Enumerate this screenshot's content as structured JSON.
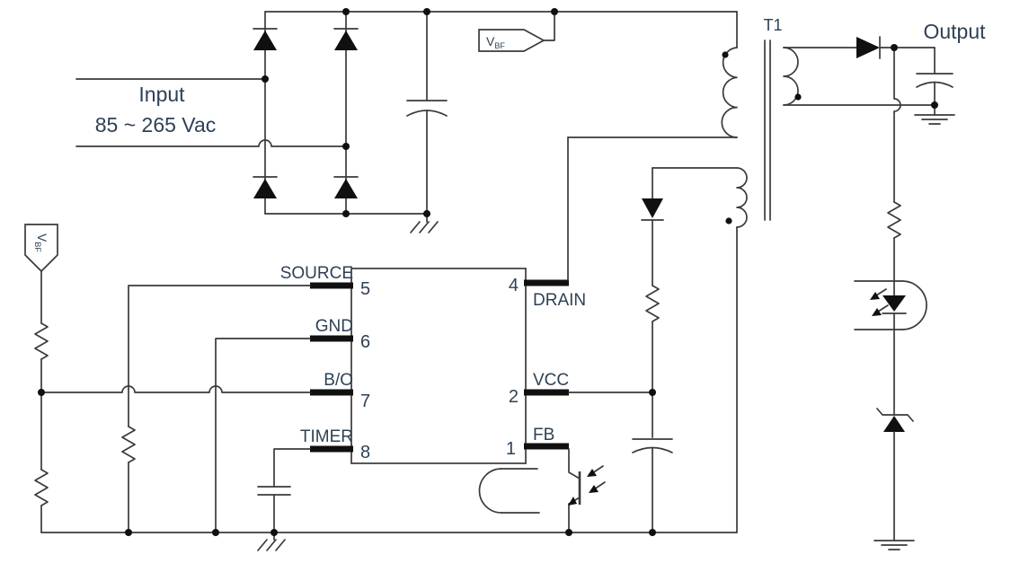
{
  "colors": {
    "label_text": "#2e4156",
    "wire": "#3a3a3a",
    "component_fill": "#101010"
  },
  "input": {
    "title": "Input",
    "voltage_range": "85 ~ 265 Vac"
  },
  "transformer": {
    "designator": "T1"
  },
  "output": {
    "label": "Output"
  },
  "net_flag": {
    "base": "V",
    "subscript": "BF"
  },
  "ic": {
    "pins_left": [
      {
        "number": "5",
        "name": "SOURCE"
      },
      {
        "number": "6",
        "name": "GND"
      },
      {
        "number": "7",
        "name": "B/O"
      },
      {
        "number": "8",
        "name": "TIMER"
      }
    ],
    "pins_right": [
      {
        "number": "4",
        "name": "DRAIN"
      },
      {
        "number": "2",
        "name": "VCC"
      },
      {
        "number": "1",
        "name": "FB"
      }
    ]
  }
}
